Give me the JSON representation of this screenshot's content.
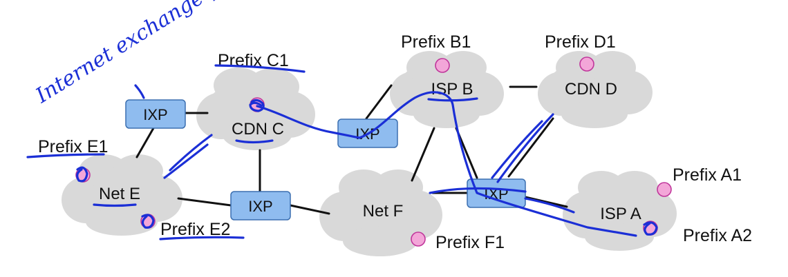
{
  "colors": {
    "cloud": "#d9d9d9",
    "ixp_fill": "#8fbcef",
    "ixp_stroke": "#3b6fb0",
    "prefix_dot": "#f3a6d8",
    "prefix_dot_stroke": "#c0369b",
    "link": "#111111",
    "ink": "#1b2fd6"
  },
  "networks": {
    "cdn_c": "CDN C",
    "isp_b": "ISP B",
    "cdn_d": "CDN D",
    "net_e": "Net E",
    "net_f": "Net F",
    "isp_a": "ISP A"
  },
  "ixps": {
    "ixp_1": "IXP",
    "ixp_2": "IXP",
    "ixp_3": "IXP",
    "ixp_4": "IXP"
  },
  "prefixes": {
    "b1": "Prefix B1",
    "d1": "Prefix D1",
    "c1": "Prefix C1",
    "e1": "Prefix E1",
    "a1": "Prefix A1",
    "e2": "Prefix E2",
    "f1": "Prefix F1",
    "a2": "Prefix A2"
  },
  "annotations": {
    "handwritten_note": "Internet exchange point"
  }
}
